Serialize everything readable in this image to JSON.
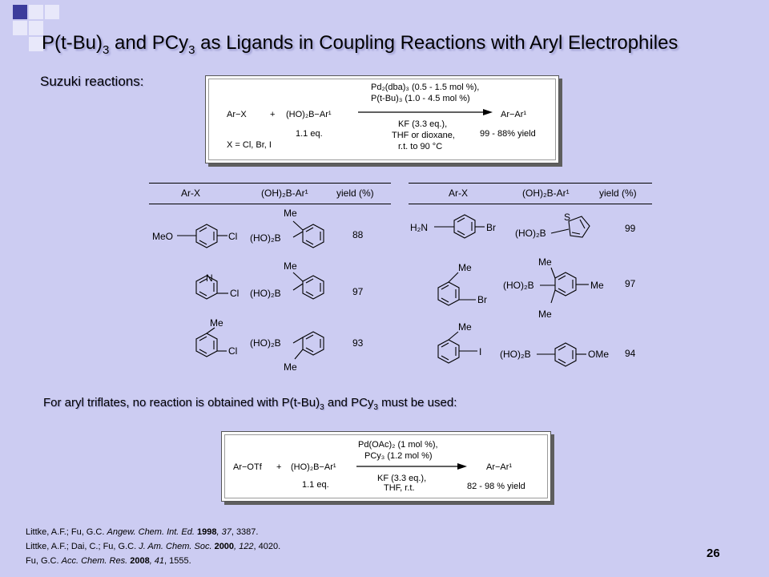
{
  "title": {
    "main": "P(t-Bu)",
    "sub1": "3",
    "mid": " and PCy",
    "sub2": "3",
    "rest": " as Ligands in Coupling Reactions with Aryl Electrophiles"
  },
  "suzuki_label": "Suzuki reactions:",
  "scheme1": {
    "arx": "Ar−X",
    "plus": "+",
    "boronic": "(HO)₂B−Ar¹",
    "eq": "1.1 eq.",
    "x_def": "X = Cl, Br, I",
    "cond_above_1": "Pd₂(dba)₃ (0.5 - 1.5 mol %),",
    "cond_above_2": "P(t-Bu)₃ (1.0 - 4.5 mol %)",
    "cond_below_1": "KF (3.3 eq.),",
    "cond_below_2": "THF or dioxane,",
    "cond_below_3": "r.t. to 90 °C",
    "product": "Ar−Ar¹",
    "yield": "99 - 88% yield"
  },
  "table_headers": {
    "arx": "Ar-X",
    "boronic": "(OH)₂B-Ar¹",
    "yield": "yield (%)"
  },
  "table_left": [
    {
      "yield": "88"
    },
    {
      "yield": "97"
    },
    {
      "yield": "93"
    }
  ],
  "table_right": [
    {
      "yield": "99"
    },
    {
      "yield": "97"
    },
    {
      "yield": "94"
    }
  ],
  "triflate_note": {
    "a": "For aryl triflates, no reaction is obtained with P(t-Bu)",
    "s1": "3",
    "b": " and PCy",
    "s2": "3",
    "c": " must be used:"
  },
  "scheme2": {
    "arotf": "Ar−OTf",
    "plus": "+",
    "boronic": "(HO)₂B−Ar¹",
    "eq": "1.1 eq.",
    "cond_above_1": "Pd(OAc)₂ (1 mol %),",
    "cond_above_2": "PCy₃ (1.2 mol %)",
    "cond_below_1": "KF (3.3 eq.),",
    "cond_below_2": "THF, r.t.",
    "product": "Ar−Ar¹",
    "yield": "82 - 98 % yield"
  },
  "atoms": {
    "meo": "MeO",
    "cl": "Cl",
    "me": "Me",
    "hob": "(HO)₂B",
    "n": "N",
    "h2n": "H₂N",
    "br": "Br",
    "s": "S",
    "i": "I",
    "ome": "OMe"
  },
  "references": [
    {
      "authors": "Littke, A.F.; Fu, G.C. ",
      "journal": "Angew. Chem. Int. Ed.",
      "year": " 1998",
      "vol": ", 37",
      "pages": ", 3387."
    },
    {
      "authors": "Littke, A.F.; Dai, C.; Fu, G.C. ",
      "journal": "J. Am. Chem. Soc.",
      "year": " 2000",
      "vol": ", 122",
      "pages": ", 4020."
    },
    {
      "authors": "Fu, G.C. ",
      "journal": "Acc. Chem. Res.",
      "year": " 2008",
      "vol": ", 41",
      "pages": ", 1555."
    }
  ],
  "page_number": "26",
  "colors": {
    "background": "#ccccf2",
    "square_dark": "#3c3c9c",
    "square_light": "#e8e8fa"
  }
}
